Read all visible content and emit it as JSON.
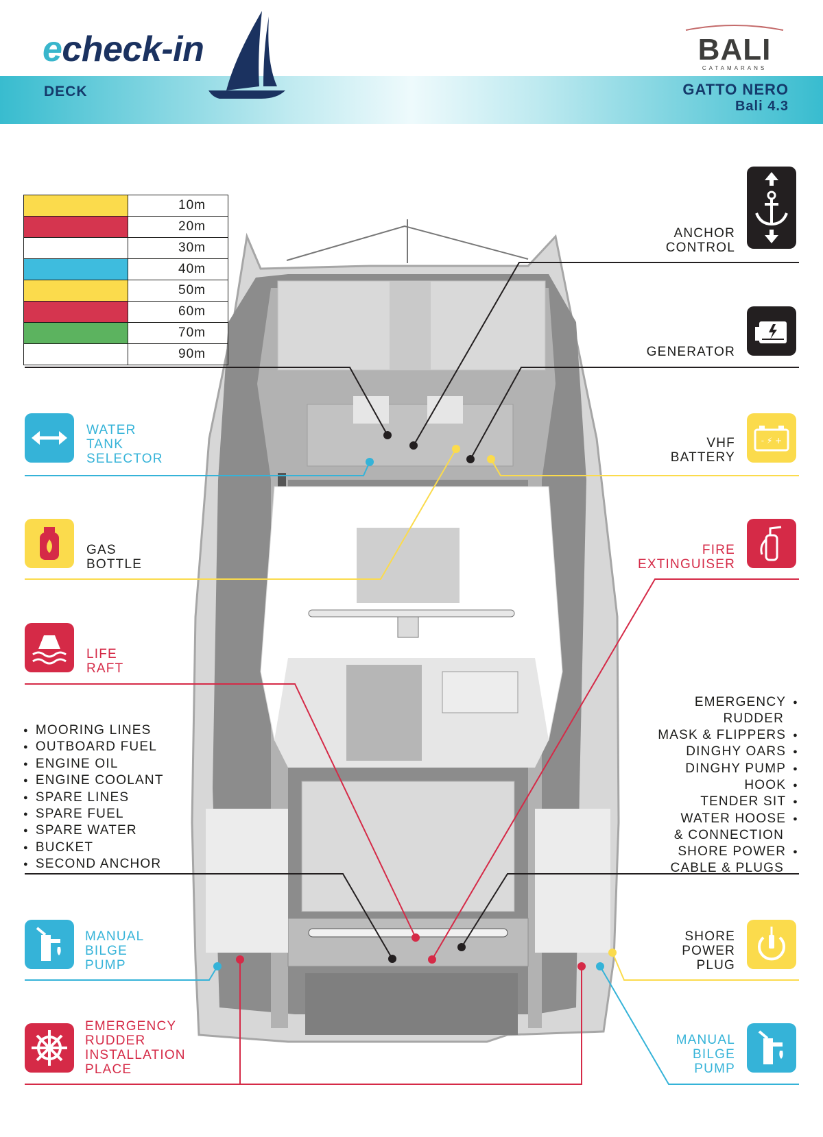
{
  "header": {
    "logo_e": "e",
    "logo_rest": "check-in",
    "section": "DECK",
    "boat_name": "GATTO NERO",
    "boat_model": "Bali 4.3",
    "brand": "BALI",
    "brand_sub": "CATAMARANS"
  },
  "depth_legend": [
    {
      "color": "#fbdb4c",
      "label": "10m"
    },
    {
      "color": "#d5354f",
      "label": "20m"
    },
    {
      "color": "#ffffff",
      "label": "30m"
    },
    {
      "color": "#3ebcde",
      "label": "40m"
    },
    {
      "color": "#fbdb4c",
      "label": "50m"
    },
    {
      "color": "#d5354f",
      "label": "60m"
    },
    {
      "color": "#5cb35f",
      "label": "70m"
    },
    {
      "color": "#ffffff",
      "label": "90m"
    }
  ],
  "labels": {
    "anchor_control": [
      "ANCHOR",
      "CONTROL"
    ],
    "generator": [
      "GENERATOR"
    ],
    "water_tank": [
      "WATER",
      "TANK",
      "SELECTOR"
    ],
    "vhf_battery": [
      "VHF",
      "BATTERY"
    ],
    "gas_bottle": [
      "GAS",
      "BOTTLE"
    ],
    "fire_ext": [
      "FIRE",
      "EXTINGUISER"
    ],
    "life_raft": [
      "LIFE",
      "RAFT"
    ],
    "manual_bilge_left": [
      "MANUAL",
      "BILGE",
      "PUMP"
    ],
    "shore_plug": [
      "SHORE",
      "POWER",
      "PLUG"
    ],
    "emerg_rudder_place": [
      "EMERGENCY",
      "RUDDER",
      "INSTALLATION",
      "PLACE"
    ],
    "manual_bilge_right": [
      "MANUAL",
      "BILGE",
      "PUMP"
    ]
  },
  "left_list": [
    "MOORING LINES",
    "OUTBOARD FUEL",
    "ENGINE OIL",
    "ENGINE COOLANT",
    "SPARE LINES",
    "SPARE FUEL",
    "SPARE WATER",
    "BUCKET",
    "SECOND ANCHOR"
  ],
  "right_list": [
    {
      "text": "EMERGENCY",
      "bullet": true
    },
    {
      "text": "RUDDER",
      "bullet": false
    },
    {
      "text": "MASK & FLIPPERS",
      "bullet": true
    },
    {
      "text": "DINGHY OARS",
      "bullet": true
    },
    {
      "text": "DINGHY PUMP",
      "bullet": true
    },
    {
      "text": "HOOK",
      "bullet": true
    },
    {
      "text": "TENDER SIT",
      "bullet": true
    },
    {
      "text": "WATER HOOSE",
      "bullet": true
    },
    {
      "text": "& CONNECTION",
      "bullet": false
    },
    {
      "text": "SHORE POWER",
      "bullet": true
    },
    {
      "text": "CABLE & PLUGS",
      "bullet": false
    }
  ],
  "colors": {
    "blue": "#35b3d8",
    "red": "#d52a47",
    "yellow": "#fbdb4c",
    "dark": "#231f20",
    "navy": "#1b3260"
  },
  "icons": [
    "sailboat-icon",
    "anchor-icon",
    "generator-icon",
    "arrows-horizontal-icon",
    "battery-icon",
    "gas-bottle-icon",
    "fire-extinguisher-icon",
    "life-raft-icon",
    "hand-pump-icon",
    "power-plug-icon",
    "ship-wheel-icon"
  ]
}
